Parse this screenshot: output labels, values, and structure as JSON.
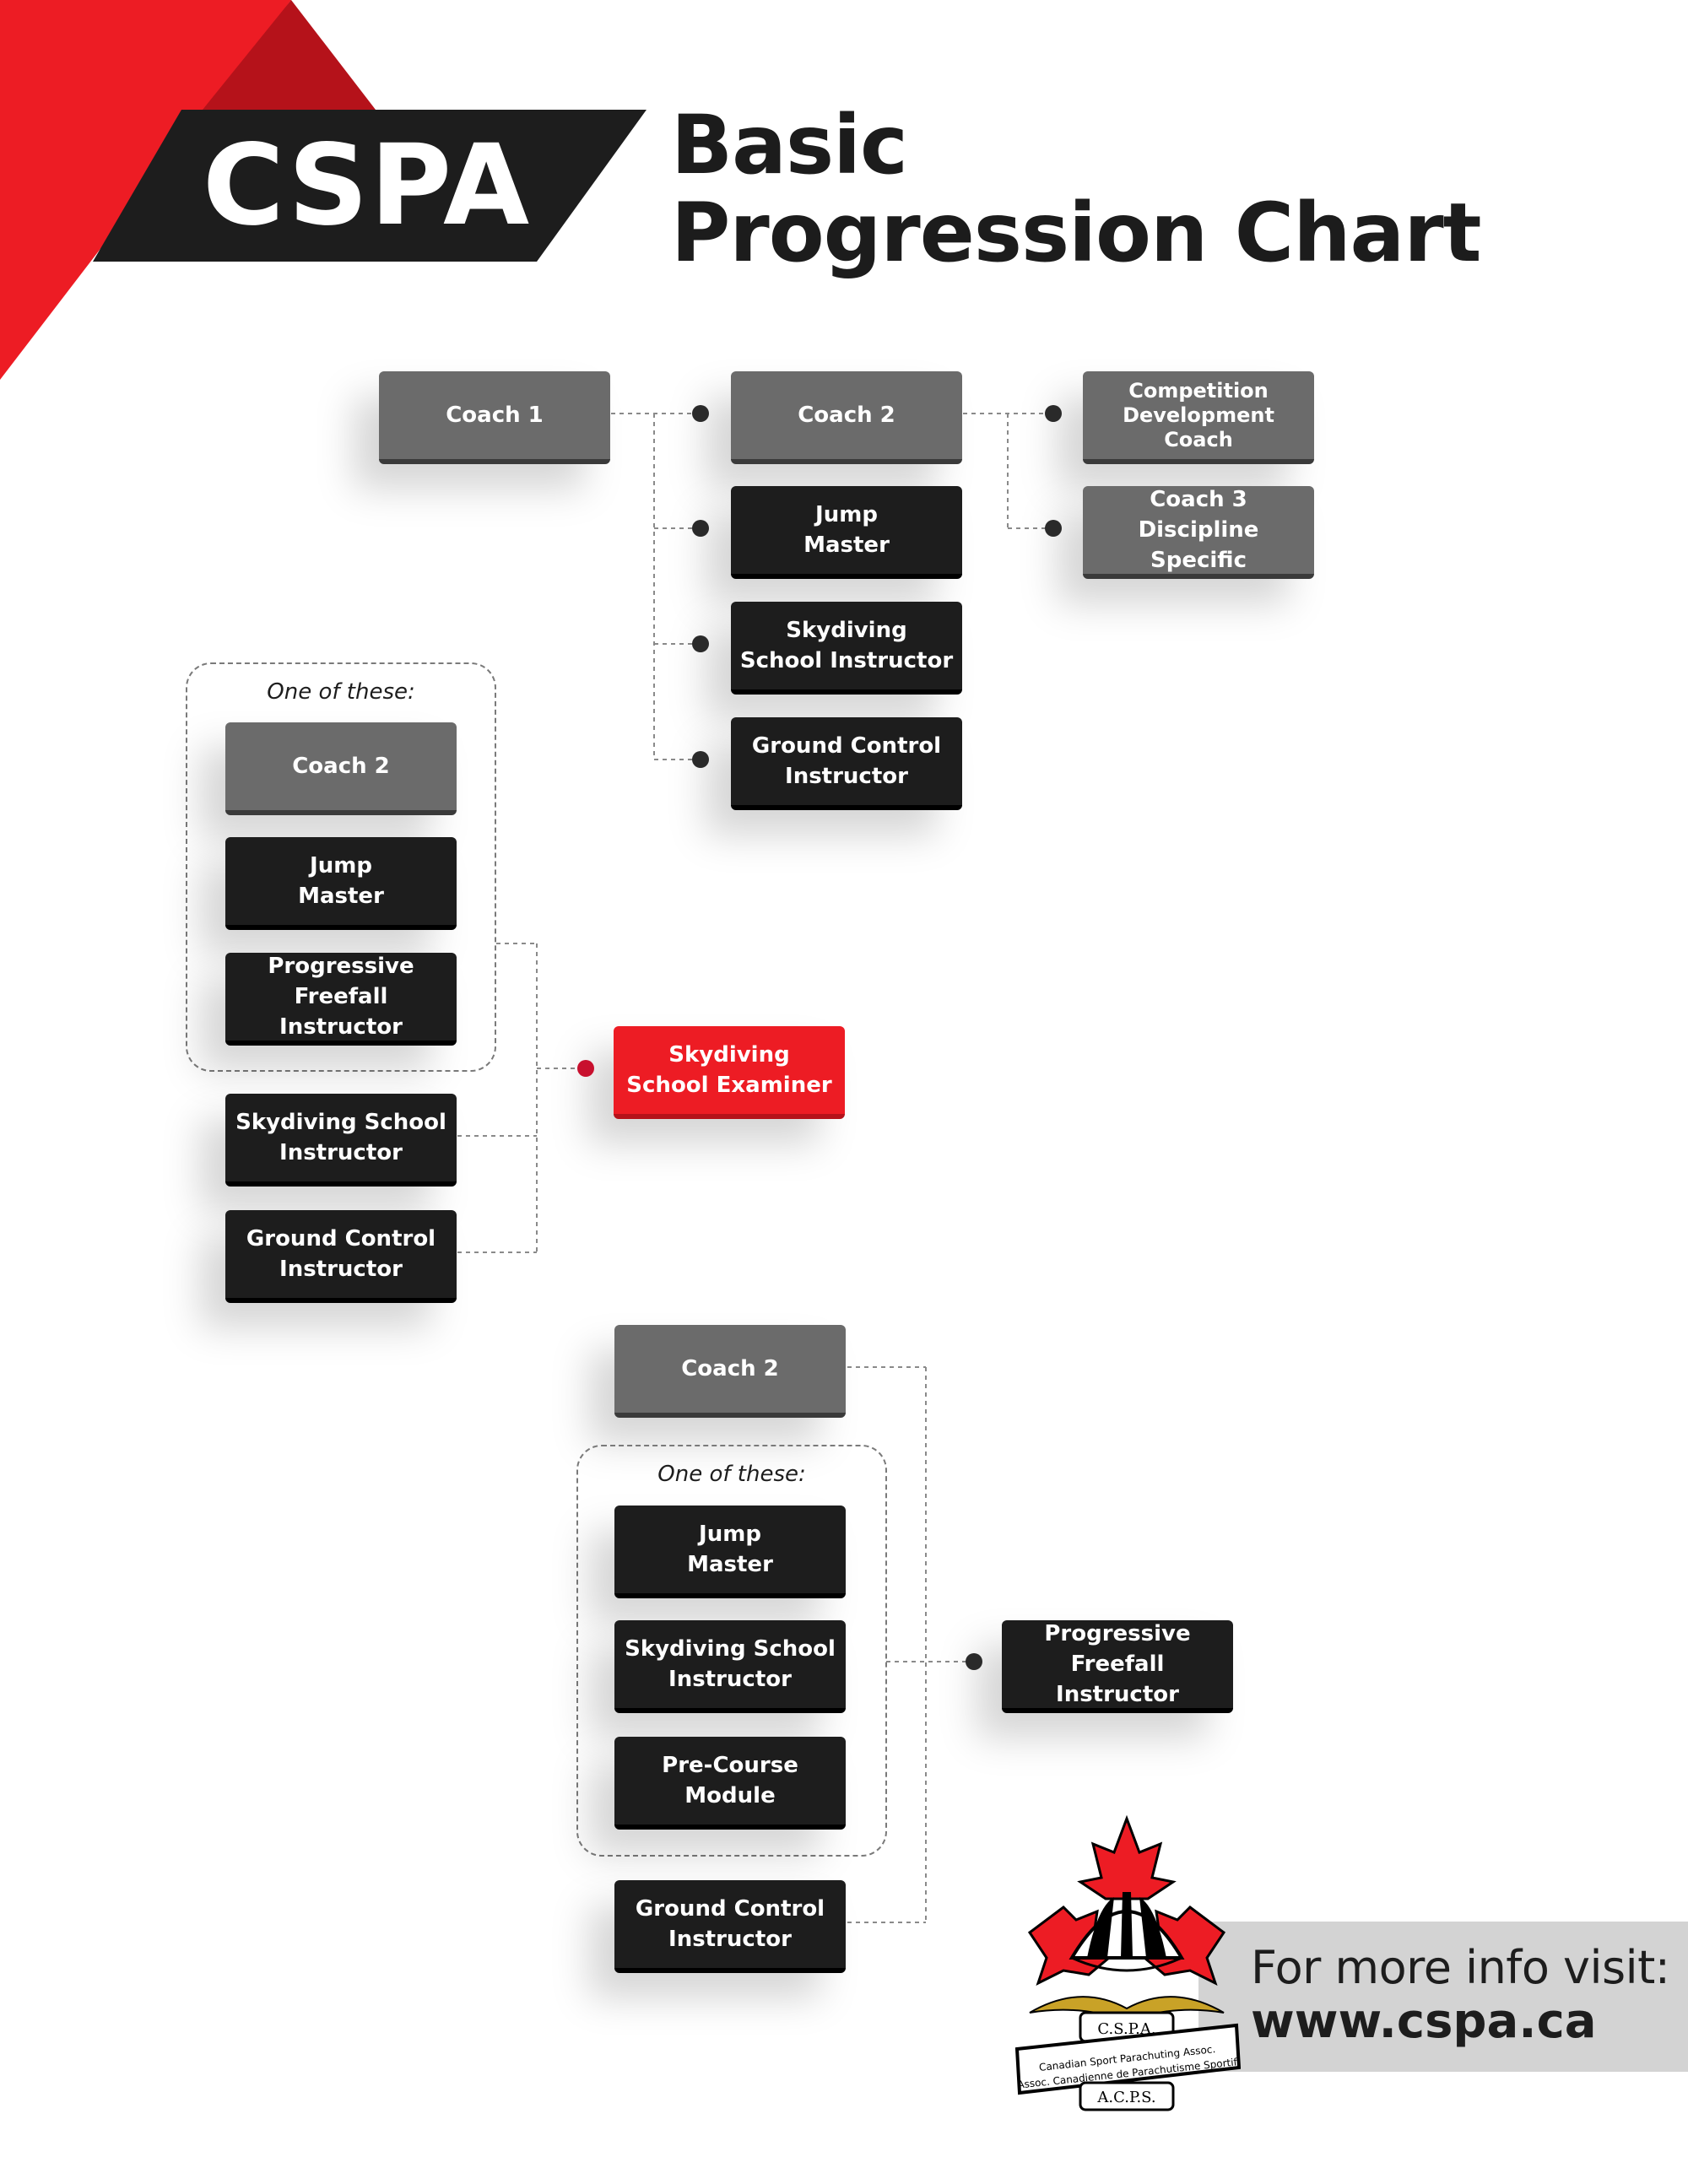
{
  "header": {
    "brand": "CSPA",
    "title_line1": "Basic",
    "title_line2": "Progression Chart",
    "accent_red": "#ed1c24",
    "banner_black": "#1d1d1d"
  },
  "colors": {
    "dark_box": "#1d1d1d",
    "gray_box": "#6b6b6b",
    "red_box": "#ed1c24"
  },
  "section1": {
    "coach1": "Coach 1",
    "coach2": "Coach 2",
    "competition_dev": "Competition\nDevelopment\nCoach",
    "coach3": "Coach 3\nDiscipline Specific",
    "jump_master": "Jump\nMaster",
    "ssi": "Skydiving\nSchool Instructor",
    "gci": "Ground Control\nInstructor"
  },
  "section2": {
    "group_label": "One of these:",
    "coach2": "Coach 2",
    "jump_master": "Jump\nMaster",
    "pfi": "Progressive\nFreefall Instructor",
    "ssi": "Skydiving School\nInstructor",
    "gci": "Ground Control\nInstructor",
    "examiner": "Skydiving\nSchool Examiner"
  },
  "section3": {
    "coach2": "Coach 2",
    "group_label": "One of these:",
    "jump_master": "Jump\nMaster",
    "ssi": "Skydiving School\nInstructor",
    "pre_course": "Pre-Course\nModule",
    "gci": "Ground Control\nInstructor",
    "pfi": "Progressive\nFreefall Instructor"
  },
  "footer": {
    "info_label": "For more info visit:",
    "url": "www.cspa.ca",
    "logo_top_text": "C.S.P.A.",
    "logo_banner_en": "Canadian Sport Parachuting Assoc.",
    "logo_banner_fr": "Assoc. Canadienne de Parachutisme Sportif",
    "logo_bottom_text": "A.C.P.S."
  }
}
